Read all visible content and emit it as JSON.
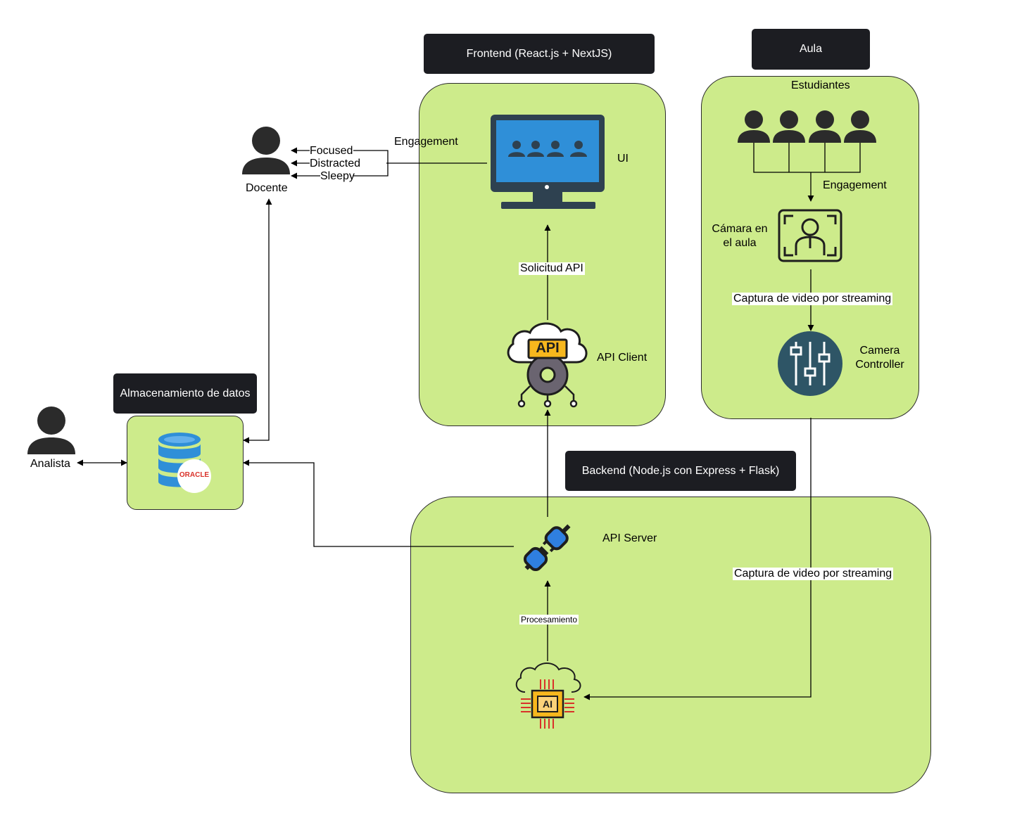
{
  "headers": {
    "frontend": "Frontend (React.js + NextJS)",
    "aula": "Aula",
    "almacenamiento": "Almacenamiento de datos",
    "backend": "Backend (Node.js con Express + Flask)"
  },
  "actors": {
    "docente": "Docente",
    "analista": "Analista",
    "estudiantes": "Estudiantes"
  },
  "states": [
    "Focused",
    "Distracted",
    "Sleepy"
  ],
  "labels": {
    "engagement_ui": "Engagement",
    "engagement_aula": "Engagement",
    "ui": "UI",
    "solicitud_api": "Solicitud API",
    "api_client": "API Client",
    "camara": "Cámara en\nel aula",
    "captura_1": "Captura de video por streaming",
    "camera_controller": "Camera\nController",
    "api_server": "API Server",
    "captura_2": "Captura de video por streaming",
    "procesamiento": "Procesamiento",
    "oracle": "ORACLE",
    "api_badge": "API",
    "ai_chip": "AI"
  },
  "colors": {
    "zone_fill": "#cdeb8b",
    "header_fill": "#1c1d22",
    "monitor": "#2e4150",
    "screen": "#2f8fd8",
    "db_blue": "#2f8fd8",
    "oracle_red": "#d9322a",
    "controller": "#2e5566",
    "plug_blue": "#2f7fe0",
    "api_yellow": "#f7b71d",
    "gear": "#6a6470"
  },
  "icons": [
    "person-icon",
    "monitor-icon",
    "api-cloud-icon",
    "camera-icon",
    "camera-controller-icon",
    "database-icon",
    "plug-icon",
    "ai-cloud-icon"
  ]
}
